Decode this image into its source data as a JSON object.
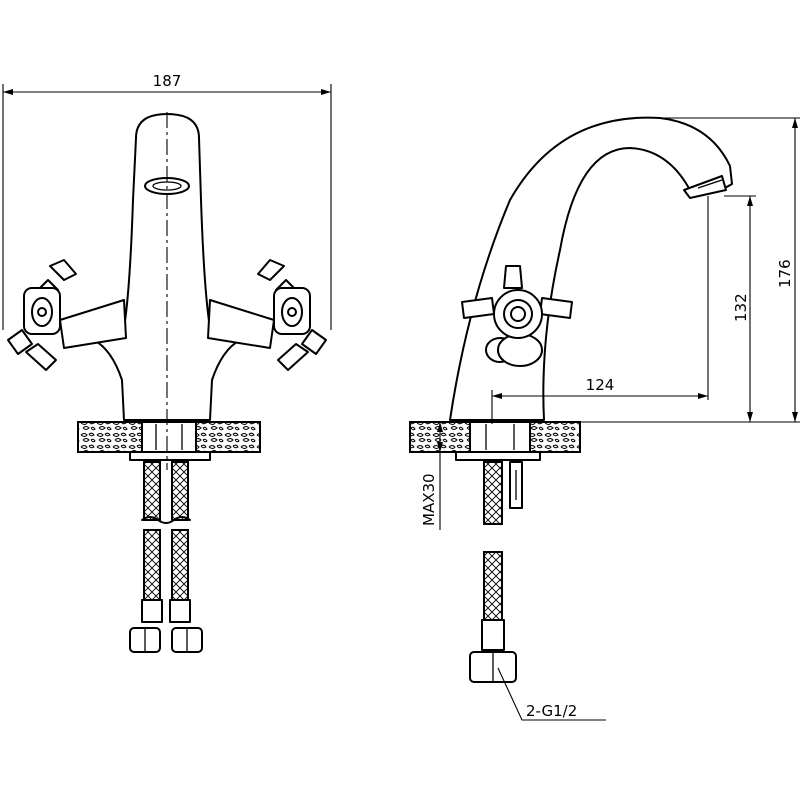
{
  "dimensions": {
    "overall_width": "187",
    "overall_height": "176",
    "spout_height": "132",
    "spout_reach": "124",
    "max_deck_thickness": "MAX30",
    "connection_thread": "2-G1/2"
  }
}
